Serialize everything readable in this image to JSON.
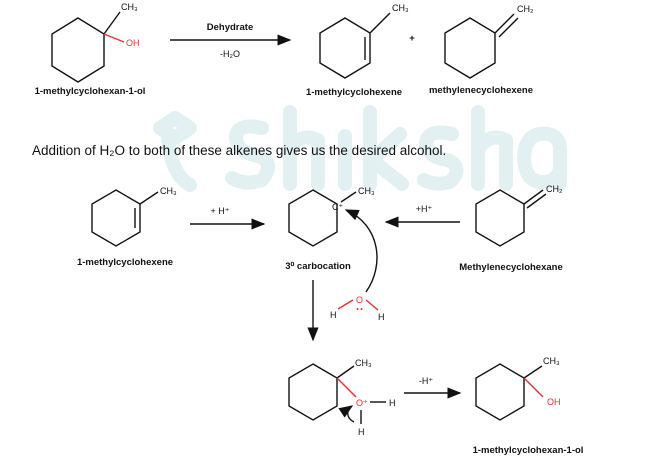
{
  "watermark": "shiksha",
  "top_reaction": {
    "reactant": {
      "ch3": "CH₃",
      "oh": "OH",
      "name": "1-methylcyclohexan-1-ol"
    },
    "arrow": {
      "above": "Dehydrate",
      "below": "-H₂O"
    },
    "product1": {
      "ch3": "CH₃",
      "name": "1-methylcyclohexene"
    },
    "plus": "+",
    "product2": {
      "ch2": "CH₂",
      "name": "methylenecyclohexene"
    }
  },
  "sentence": "Addition of H₂O to both of these alkenes gives us the desired alcohol.",
  "mechanism": {
    "alkene1": {
      "ch3": "CH₃",
      "name": "1-methylcyclohexene"
    },
    "arrow_left": "+ H⁺",
    "carbocation": {
      "c": "C⁺",
      "ch3": "CH₃",
      "name": "3⁰ carbocation"
    },
    "arrow_right": "+H⁺",
    "alkene2": {
      "ch2": "CH₂",
      "name": "Methylenecyclohexane"
    },
    "water": {
      "o": "O",
      "h1": "H",
      "h2": "H"
    },
    "oxonium": {
      "ch3": "CH₃",
      "o": "O⁺",
      "h1": "H",
      "h2": "H"
    },
    "deprotonation": "-H⁺",
    "product": {
      "ch3": "CH₃",
      "oh": "OH",
      "name": "1-methylcyclohexan-1-ol"
    }
  }
}
